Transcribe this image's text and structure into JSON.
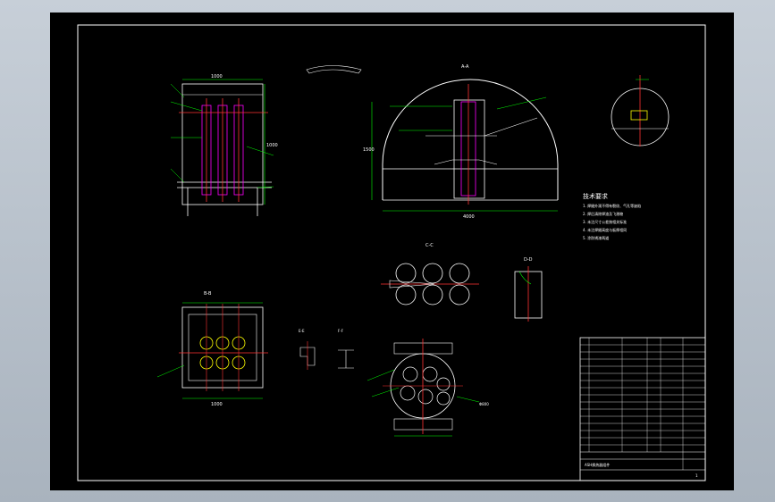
{
  "drawing": {
    "tech_title": "技术要求",
    "tech_lines": [
      "1. 焊缝外观不得有裂纹、气孔等缺陷",
      "2. 焊后清除焊渣及飞溅物",
      "3. 未注尺寸公差按相关标准",
      "4. 未注焊缝高度与板厚相同",
      "5. 涂防锈漆两道"
    ],
    "sections": {
      "aa": "A-A",
      "bb": "B-B",
      "cc": "C-C",
      "dd": "D-D",
      "ee": "E-E",
      "ff": "F-F"
    },
    "dimensions": {
      "top_width": "1000",
      "front_height": "1000",
      "arch_width": "4000",
      "arch_height": "1500",
      "bottom_width": "1000",
      "circle_dia": "Φ800"
    },
    "title_block": {
      "drawing_name": "ASH换热器组件",
      "sheet": "1"
    }
  }
}
